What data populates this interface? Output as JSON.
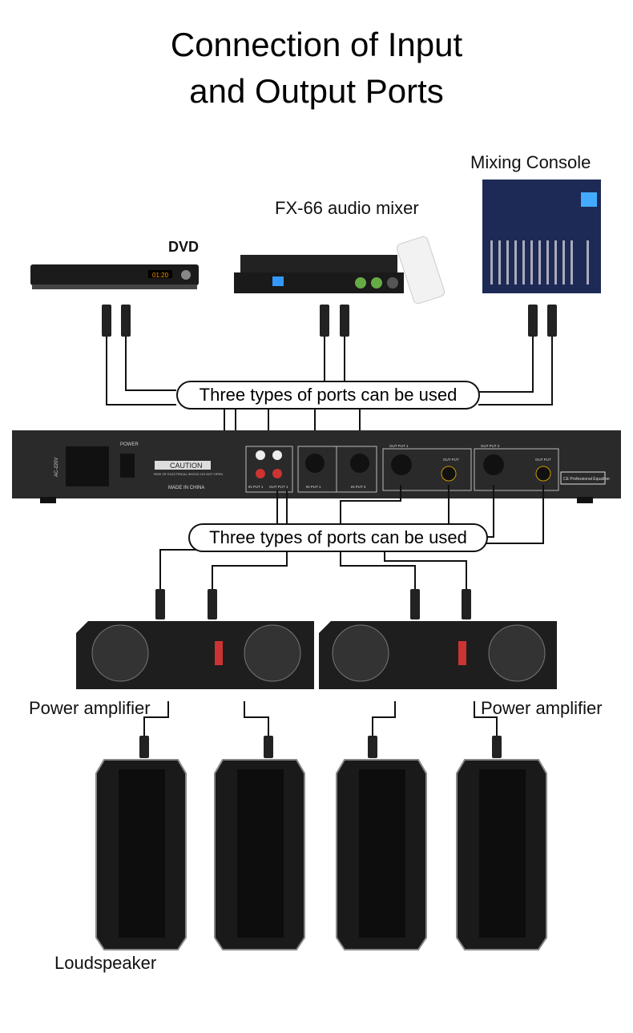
{
  "title": {
    "line1": "Connection of Input",
    "line2": "and Output Ports"
  },
  "sources": {
    "dvd": "DVD",
    "fx": "FX-66 audio mixer",
    "console": "Mixing Console"
  },
  "pill_top": "Three types of ports can be used",
  "pill_bottom": "Three types of ports can be used",
  "panel": {
    "ac": "AC-220V",
    "power": "POWER",
    "caution": "CAUTION",
    "warning": "RISK OF ELECTRICAL SHOCK DO NOT OPEN",
    "made": "MADE IN CHINA",
    "in_rca": "IN PUT 1",
    "out_rca": "OUT PUT 1",
    "input1": "IN PUT 1",
    "input2": "IN PUT 2",
    "output1": "OUT PUT 1",
    "output2": "OUT PUT 2",
    "jack": "OUT PUT",
    "badge": "CE Professional Equalizer"
  },
  "amp_label_left": "Power amplifier",
  "amp_label_right": "Power amplifier",
  "speaker_label": "Loudspeaker",
  "dvd_display": "01:20"
}
